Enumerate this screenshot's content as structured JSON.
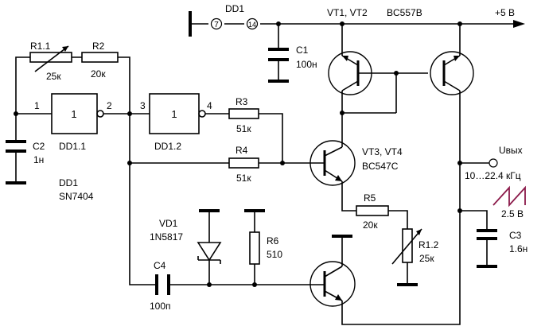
{
  "ic": {
    "name": "DD1",
    "pin_gnd": "7",
    "pin_vcc": "14",
    "type": "SN7404",
    "gate1_ref": "DD1.1",
    "gate2_ref": "DD1.2",
    "gate_symbol": "1",
    "gate1_in": "1",
    "gate1_out": "2",
    "gate2_in": "3",
    "gate2_out": "4"
  },
  "supply": {
    "label": "+5 В"
  },
  "components": {
    "r1_1": {
      "ref": "R1.1",
      "value": "25к"
    },
    "r2": {
      "ref": "R2",
      "value": "20к"
    },
    "r3": {
      "ref": "R3",
      "value": "51к"
    },
    "r4": {
      "ref": "R4",
      "value": "51к"
    },
    "r5": {
      "ref": "R5",
      "value": "20к"
    },
    "r1_2": {
      "ref": "R1.2",
      "value": "25к"
    },
    "r6": {
      "ref": "R6",
      "value": "510"
    },
    "c1": {
      "ref": "C1",
      "value": "100н"
    },
    "c2": {
      "ref": "C2",
      "value": "1н"
    },
    "c3": {
      "ref": "C3",
      "value": "1.6н"
    },
    "c4": {
      "ref": "C4",
      "value": "100п"
    },
    "vd1": {
      "ref": "VD1",
      "value": "1N5817"
    },
    "vt12": {
      "ref": "VT1, VT2",
      "type": "BC557B"
    },
    "vt34": {
      "ref": "VT3, VT4",
      "type": "BC547C"
    }
  },
  "output": {
    "label": "Uвых",
    "freq": "10…22.4 кГц",
    "amplitude": "2.5 В"
  },
  "colors": {
    "waveform": "#8b1a4a"
  }
}
